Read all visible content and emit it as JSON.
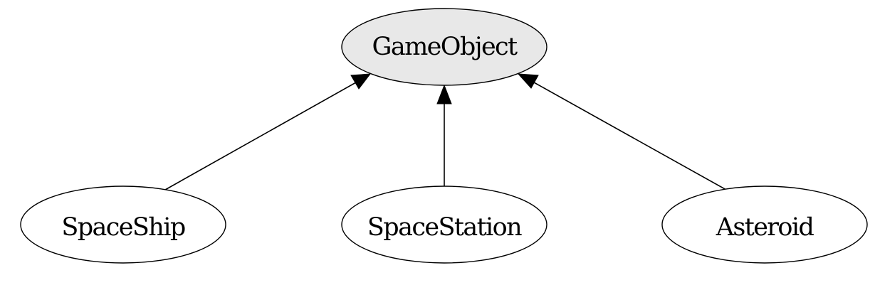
{
  "diagram": {
    "type": "class-inheritance",
    "colors": {
      "parent_fill": "#e8e8e8",
      "child_fill": "#ffffff",
      "stroke": "#000000"
    },
    "nodes": {
      "game_object": {
        "label": "GameObject",
        "role": "parent"
      },
      "space_ship": {
        "label": "SpaceShip",
        "role": "child"
      },
      "space_station": {
        "label": "SpaceStation",
        "role": "child"
      },
      "asteroid": {
        "label": "Asteroid",
        "role": "child"
      }
    },
    "edges": [
      {
        "from": "space_ship",
        "to": "game_object",
        "arrow": "filled-triangle"
      },
      {
        "from": "space_station",
        "to": "game_object",
        "arrow": "filled-triangle"
      },
      {
        "from": "asteroid",
        "to": "game_object",
        "arrow": "filled-triangle"
      }
    ]
  }
}
